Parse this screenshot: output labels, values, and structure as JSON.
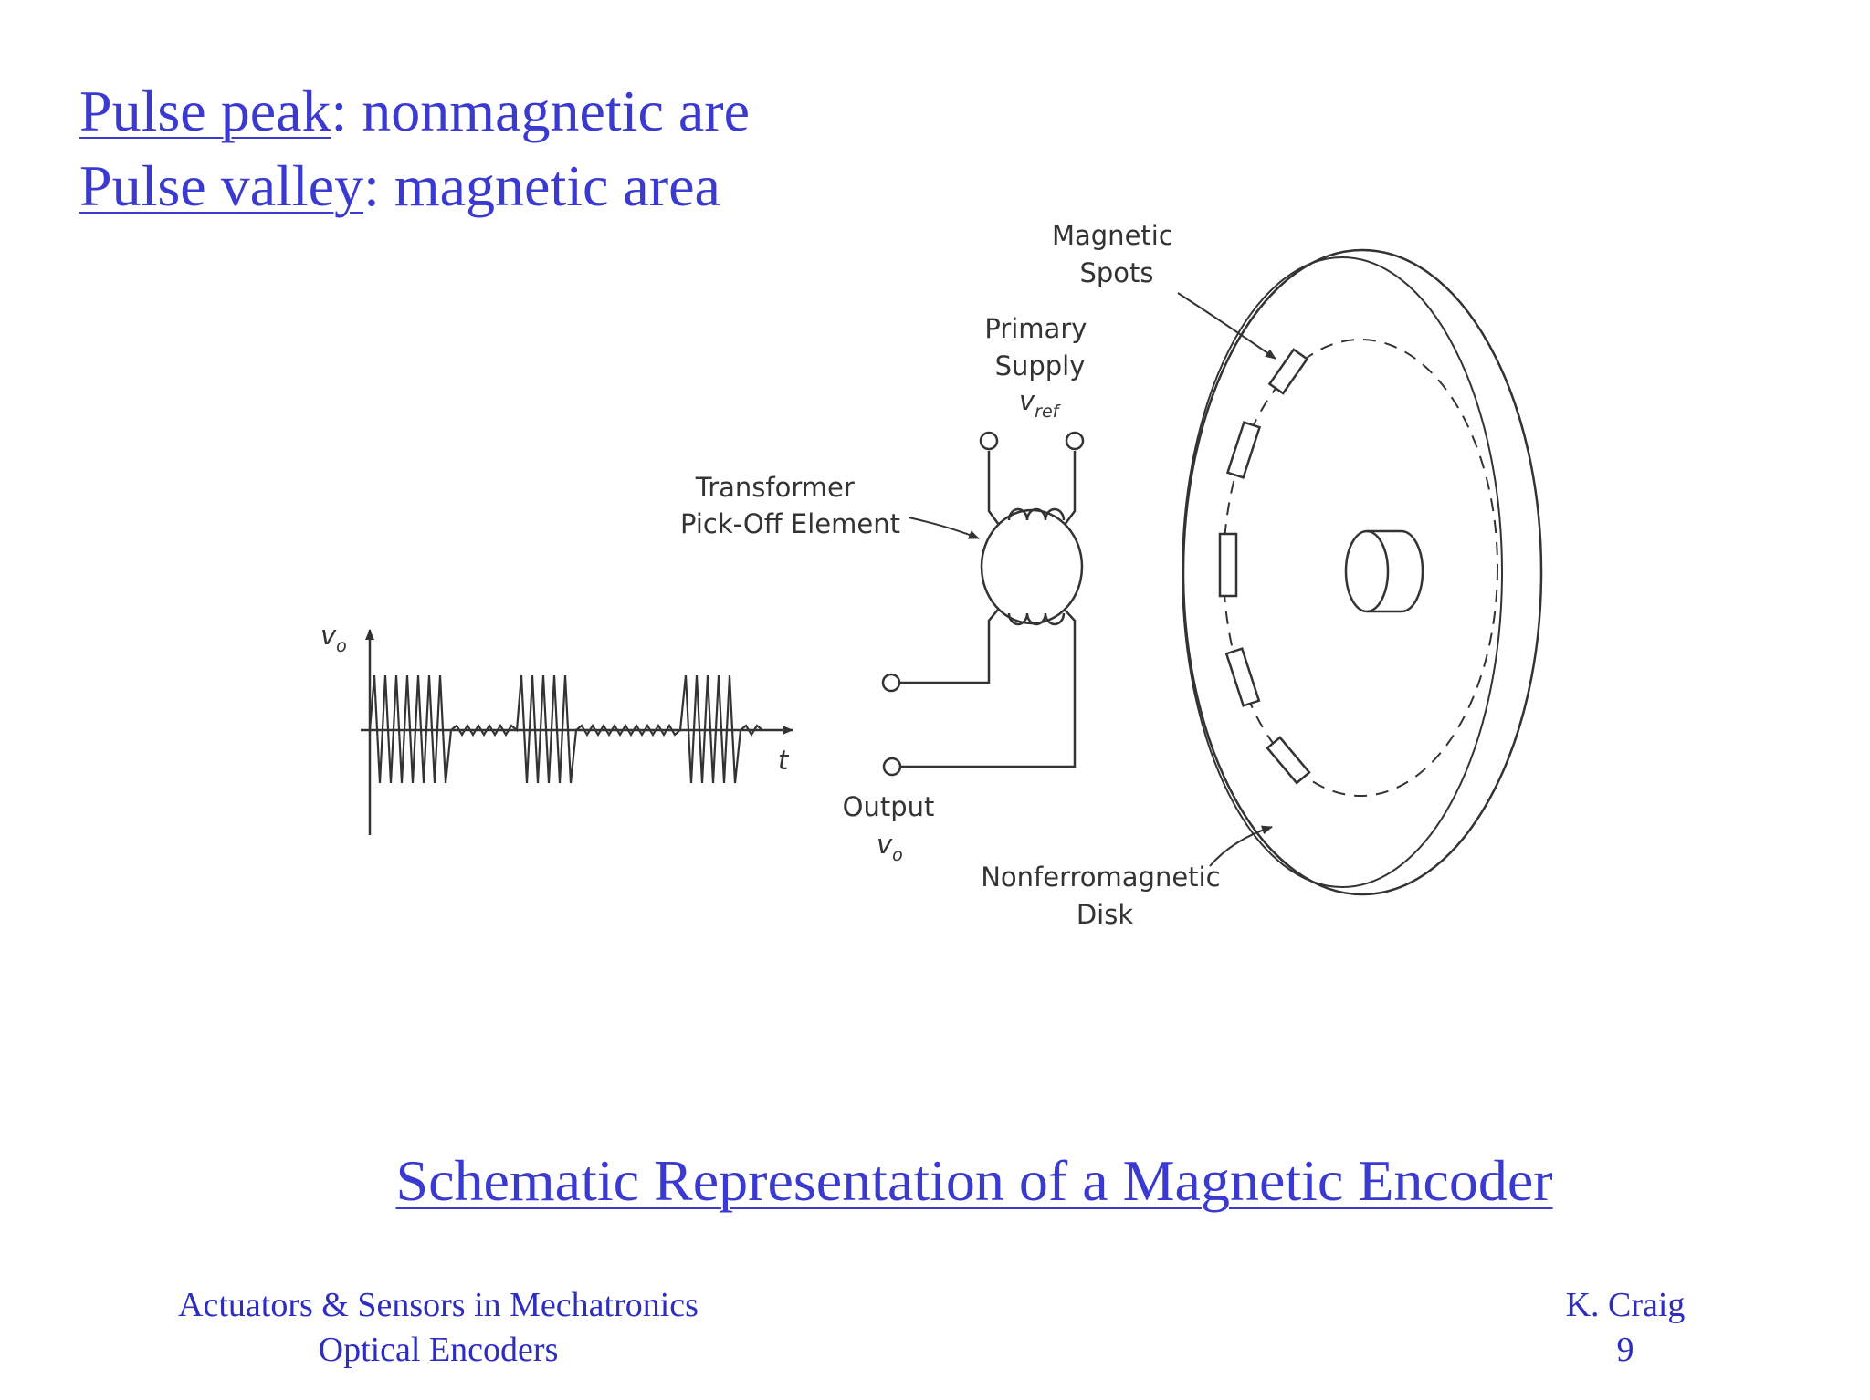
{
  "heading": {
    "line1": {
      "term": "Pulse peak",
      "rest": ": nonmagnetic are"
    },
    "line2": {
      "term": "Pulse valley",
      "rest": ": magnetic area"
    }
  },
  "figure": {
    "labels": {
      "magnetic_spots": [
        "Magnetic",
        "Spots"
      ],
      "primary_supply": [
        "Primary",
        "Supply"
      ],
      "vref": {
        "base": "v",
        "sub": "ref"
      },
      "transformer": [
        "Transformer",
        "Pick-Off Element"
      ],
      "output": "Output",
      "vo_output": {
        "base": "v",
        "sub": "o"
      },
      "vo_axis": {
        "base": "v",
        "sub": "o"
      },
      "t_axis": "t",
      "disk": [
        "Nonferromagnetic",
        "Disk"
      ]
    }
  },
  "caption": "Schematic Representation of a Magnetic Encoder",
  "footer": {
    "left": [
      "Actuators & Sensors in Mechatronics",
      "Optical Encoders"
    ],
    "right": [
      "K. Craig",
      "9"
    ]
  },
  "colors": {
    "accent": "#3a3ad0",
    "footer": "#2d2dbf",
    "drawing": "#333333"
  }
}
